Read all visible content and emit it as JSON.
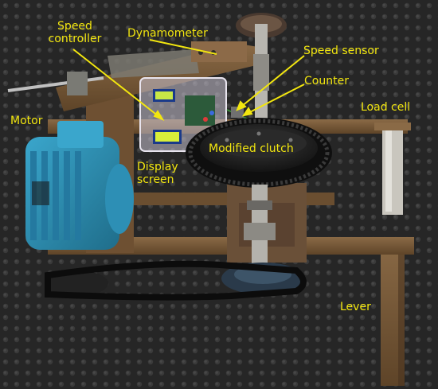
{
  "figure": {
    "colors": {
      "annotation": "#f2e60f",
      "background_mat": "#2a2a2a",
      "frame_rust": "#7a5a3a",
      "motor_body": "#2d8fb5",
      "clutch_dark": "#1c1c1c"
    },
    "labels": {
      "speed_controller_line1": "Speed",
      "speed_controller_line2": "controller",
      "dynamometer": "Dynamometer",
      "speed_sensor": "Speed sensor",
      "counter": "Counter",
      "load_cell": "Load cell",
      "motor": "Motor",
      "display_screen_line1": "Display",
      "display_screen_line2": "screen",
      "modified_clutch": "Modified clutch",
      "lever": "Lever"
    }
  }
}
